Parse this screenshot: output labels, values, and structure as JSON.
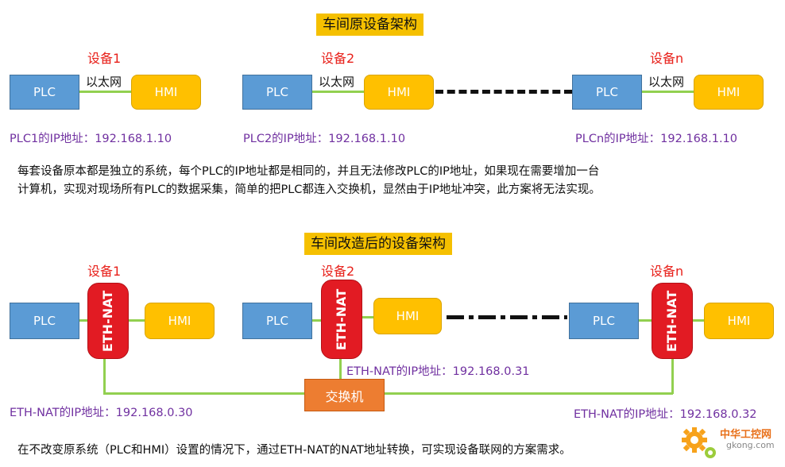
{
  "top": {
    "title": "车间原设备架构",
    "devices": [
      {
        "label": "设备1",
        "plc": "PLC",
        "hmi": "HMI",
        "link": "以太网",
        "ip": "PLC1的IP地址：192.168.1.10"
      },
      {
        "label": "设备2",
        "plc": "PLC",
        "hmi": "HMI",
        "link": "以太网",
        "ip": "PLC2的IP地址：192.168.1.10"
      },
      {
        "label": "设备n",
        "plc": "PLC",
        "hmi": "HMI",
        "link": "以太网",
        "ip": "PLCn的IP地址：192.168.1.10"
      }
    ],
    "paragraph_line1": "每套设备原本都是独立的系统，每个PLC的IP地址都是相同的，并且无法修改PLC的IP地址，如果现在需要增加一台",
    "paragraph_line2": "计算机，实现对现场所有PLC的数据采集，简单的把PLC都连入交换机，显然由于IP地址冲突，此方案将无法实现。"
  },
  "bottom": {
    "title": "车间改造后的设备架构",
    "devices": [
      {
        "label": "设备1",
        "plc": "PLC",
        "nat": "ETH-NAT",
        "hmi": "HMI",
        "ip": "ETH-NAT的IP地址：192.168.0.30"
      },
      {
        "label": "设备2",
        "plc": "PLC",
        "nat": "ETH-NAT",
        "hmi": "HMI",
        "ip": "ETH-NAT的IP地址：192.168.0.31"
      },
      {
        "label": "设备n",
        "plc": "PLC",
        "nat": "ETH-NAT",
        "hmi": "HMI",
        "ip": "ETH-NAT的IP地址：192.168.0.32"
      }
    ],
    "switch": "交换机",
    "paragraph": "在不改变原系统（PLC和HMI）设置的情况下，通过ETH-NAT的NAT地址转换，可实现设备联网的方案需求。"
  },
  "watermark": {
    "name": "中华工控网",
    "domain": "gkong.com"
  },
  "colors": {
    "plc": "#5b9bd5",
    "hmi": "#ffc000",
    "nat": "#e21b23",
    "switch": "#ed7d31",
    "ip_text": "#7030a0",
    "device_label": "#e8201a",
    "link": "#92d050",
    "title_bg": "#f5c000"
  }
}
